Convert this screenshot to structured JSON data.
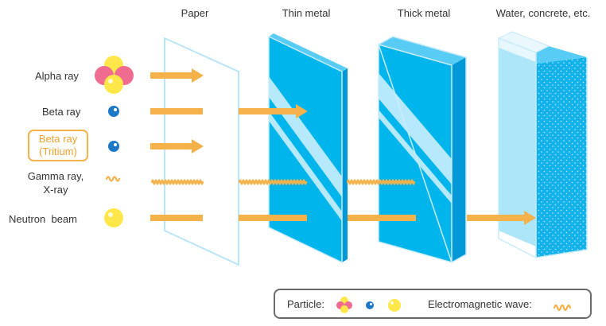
{
  "headers": {
    "paper": "Paper",
    "thin_metal": "Thin metal",
    "thick_metal": "Thick metal",
    "water_concrete": "Water, concrete, etc."
  },
  "rays": {
    "alpha": "Alpha ray",
    "beta": "Beta ray",
    "beta_tritium_line1": "Beta ray",
    "beta_tritium_line2": "(Tritium)",
    "gamma_line1": "Gamma ray,",
    "gamma_line2": "X-ray",
    "neutron": "Neutron  beam"
  },
  "legend": {
    "particle_label": "Particle:",
    "wave_label": "Electromagnetic wave:"
  },
  "colors": {
    "arrow": "#f5b14a",
    "metal": "#00b4ec",
    "metal_side": "#0098d6",
    "metal_top": "#58ccf4",
    "water": "#9fe0f8",
    "concrete": "#14b2ea",
    "glass_edge": "#bfe8f7",
    "alpha_pink": "#ef6b8f",
    "alpha_yellow": "#ffe74a",
    "beta_blue": "#1e78c8",
    "neutron_yellow": "#ffe74a"
  },
  "icons": [
    "alpha-particle-icon",
    "beta-particle-icon",
    "neutron-particle-icon",
    "wave-icon"
  ]
}
